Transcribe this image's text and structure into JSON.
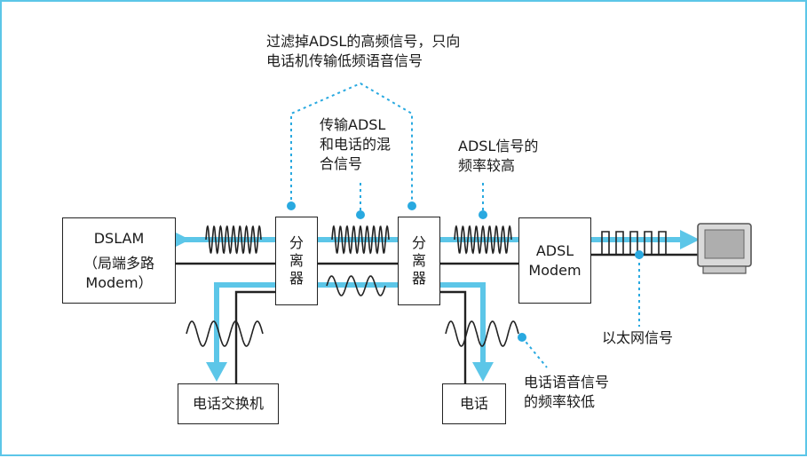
{
  "nodes": {
    "dslam": {
      "line1": "DSLAM",
      "line2": "（局端多路",
      "line3": "Modem）"
    },
    "splitter_left": {
      "label": "分离器"
    },
    "splitter_right": {
      "label": "分离器"
    },
    "adsl_modem": {
      "line1": "ADSL",
      "line2": "Modem"
    },
    "phone_switch": {
      "label": "电话交换机"
    },
    "telephone": {
      "label": "电话"
    }
  },
  "annotations": {
    "filter": {
      "line1": "过滤掉ADSL的高频信号，只向",
      "line2": "电话机传输低频语音信号"
    },
    "mixed": {
      "line1": "传输ADSL",
      "line2": "和电话的混",
      "line3": "合信号"
    },
    "adsl_high": {
      "line1": "ADSL信号的",
      "line2": "频率较高"
    },
    "ethernet": {
      "line1": "以太网信号"
    },
    "voice_low": {
      "line1": "电话语音信号",
      "line2": "的频率较低"
    }
  },
  "colors": {
    "accent": "#5cc6e8",
    "line": "#222222",
    "leader": "#29a9e0"
  },
  "icons": {
    "computer": "monitor-icon"
  }
}
